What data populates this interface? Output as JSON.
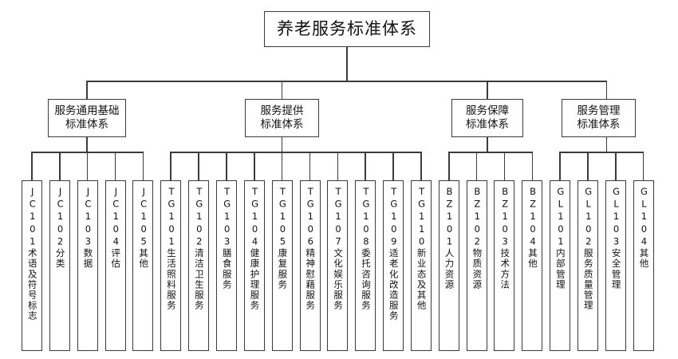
{
  "diagram": {
    "title": "养老服务标准体系",
    "root": {
      "label": "养老服务标准体系"
    },
    "level2": [
      {
        "id": "jc",
        "label": "服务通用基础\n标准体系"
      },
      {
        "id": "tg",
        "label": "服务提供\n标准体系"
      },
      {
        "id": "bz",
        "label": "服务保障\n标准体系"
      },
      {
        "id": "gl",
        "label": "服务管理\n标准体系"
      }
    ],
    "leaves": [
      {
        "code": "JC101",
        "label": "术语及符号标志"
      },
      {
        "code": "JC102",
        "label": "分类"
      },
      {
        "code": "JC103",
        "label": "数据"
      },
      {
        "code": "JC104",
        "label": "评估"
      },
      {
        "code": "JC105",
        "label": "其他"
      },
      {
        "code": "TG101",
        "label": "生活照料服务"
      },
      {
        "code": "TG102",
        "label": "清洁卫生服务"
      },
      {
        "code": "TG103",
        "label": "膳食服务"
      },
      {
        "code": "TG104",
        "label": "健康护理服务"
      },
      {
        "code": "TG105",
        "label": "康复服务"
      },
      {
        "code": "TG106",
        "label": "精神慰藉服务"
      },
      {
        "code": "TG107",
        "label": "文化娱乐服务"
      },
      {
        "code": "TG108",
        "label": "委托咨询服务"
      },
      {
        "code": "TG109",
        "label": "适老化改造服务"
      },
      {
        "code": "TG110",
        "label": "新业态及其他"
      },
      {
        "code": "BZ101",
        "label": "人力资源"
      },
      {
        "code": "BZ102",
        "label": "物质资源"
      },
      {
        "code": "BZ103",
        "label": "技术方法"
      },
      {
        "code": "BZ104",
        "label": "其他"
      },
      {
        "code": "GL101",
        "label": "内部管理"
      },
      {
        "code": "GL102",
        "label": "服务质量管理"
      },
      {
        "code": "GL103",
        "label": "安全管理"
      },
      {
        "code": "GL104",
        "label": "其他"
      }
    ],
    "colors": {
      "line": "#3b3b3b",
      "box_border": "#3b3b3b",
      "background": "#ffffff",
      "text": "#111111"
    }
  }
}
